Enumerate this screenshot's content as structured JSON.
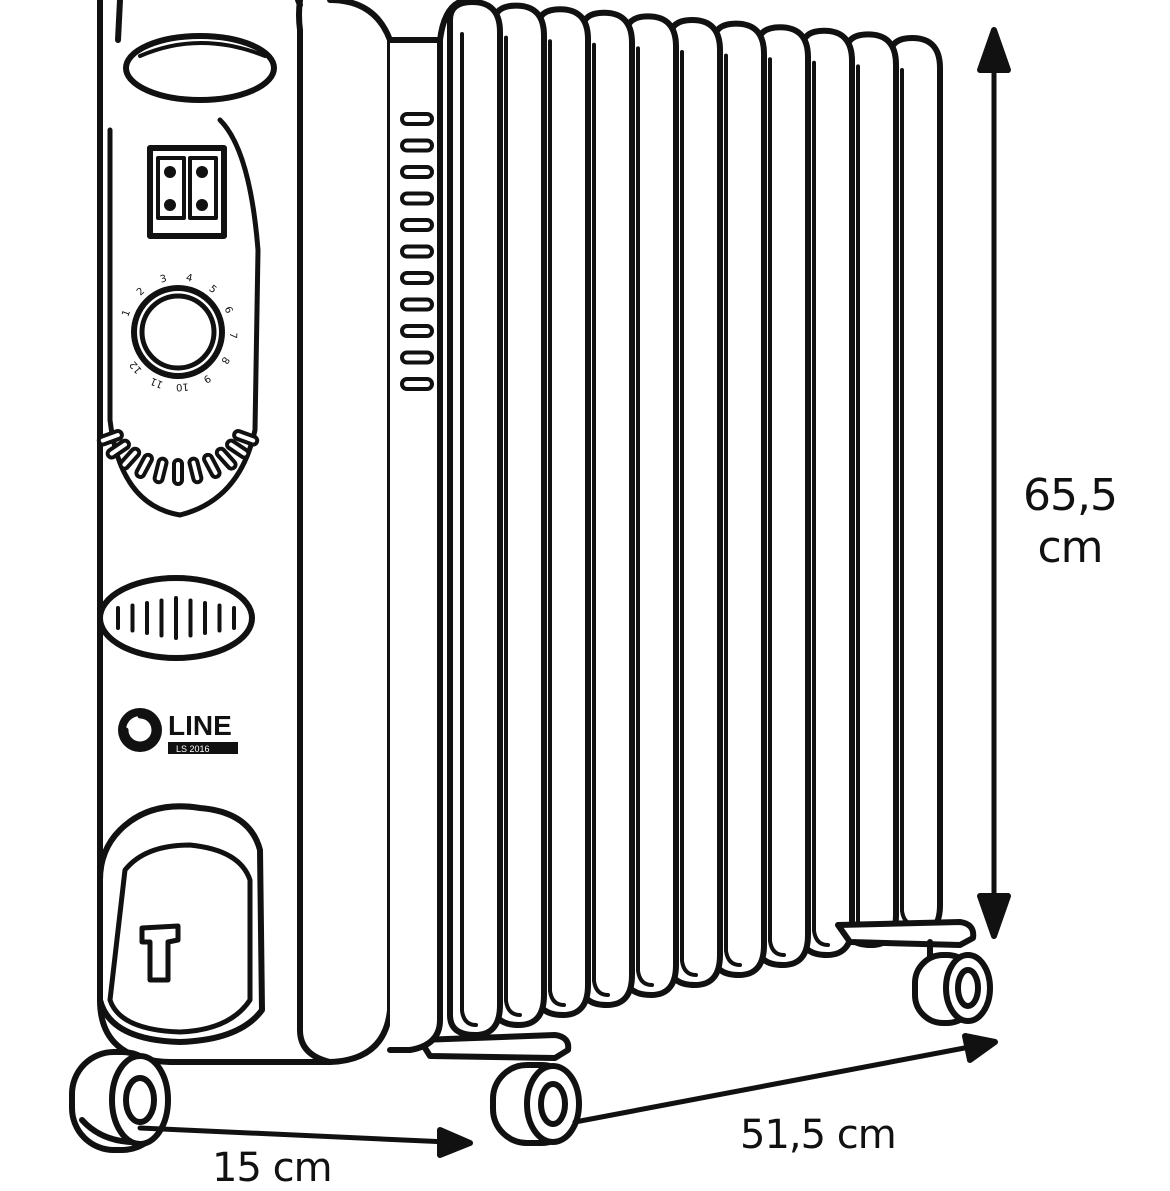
{
  "dimensions": {
    "height": {
      "value": "65,5",
      "unit": "cm"
    },
    "width": {
      "text": "51,5 cm"
    },
    "depth": {
      "text": "15 cm"
    }
  },
  "brand": {
    "logo_text": "LINE",
    "model_text": "LS 2016"
  },
  "thermostat_marks": [
    "1",
    "2",
    "3",
    "4",
    "5",
    "6",
    "7",
    "8",
    "9",
    "10",
    "11",
    "12"
  ],
  "colors": {
    "stroke": "#111111",
    "background": "#ffffff"
  }
}
